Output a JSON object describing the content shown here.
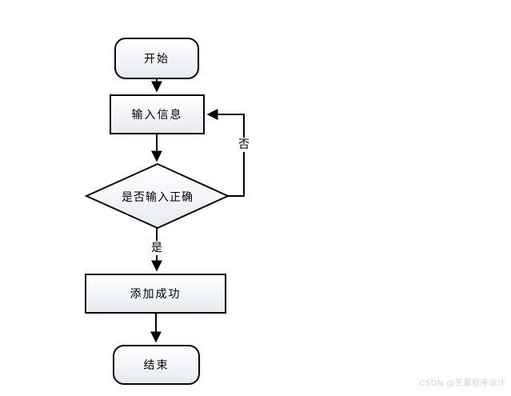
{
  "diagram": {
    "type": "flowchart",
    "nodes": [
      {
        "id": "start",
        "shape": "rounded-rectangle",
        "label": "开始"
      },
      {
        "id": "input",
        "shape": "rectangle",
        "label": "输入信息"
      },
      {
        "id": "decision",
        "shape": "diamond",
        "label": "是否输入正确"
      },
      {
        "id": "success",
        "shape": "rectangle",
        "label": "添加成功"
      },
      {
        "id": "end",
        "shape": "rounded-rectangle",
        "label": "结束"
      }
    ],
    "edges": [
      {
        "from": "start",
        "to": "input",
        "label": ""
      },
      {
        "from": "input",
        "to": "decision",
        "label": ""
      },
      {
        "from": "decision",
        "to": "success",
        "label": "是"
      },
      {
        "from": "decision",
        "to": "input",
        "label": "否",
        "route": "right-loop-back"
      },
      {
        "from": "success",
        "to": "end",
        "label": ""
      }
    ],
    "edge_labels": {
      "yes": "是",
      "no": "否"
    },
    "colors": {
      "node_fill_top": "#ffffff",
      "node_fill_bottom": "#e7eaf0",
      "node_border": "#0a0a0a",
      "line": "#000000",
      "text": "#000000",
      "watermark": "#d2d2d2",
      "background": "#ffffff"
    }
  },
  "watermark": {
    "text": "CSDN @艺馨程序设计"
  }
}
